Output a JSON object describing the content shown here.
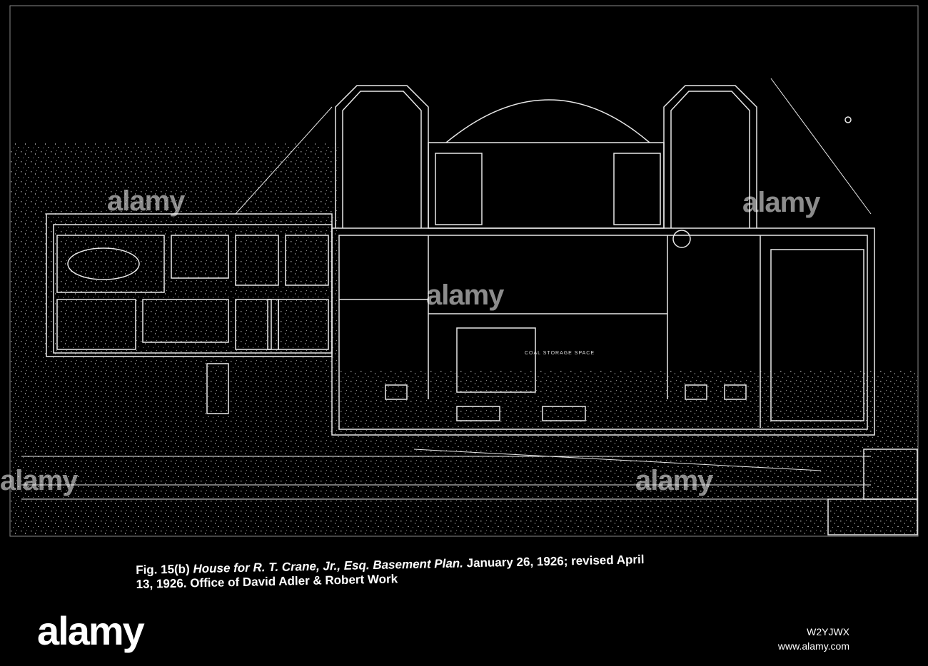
{
  "plan": {
    "room_label": "COAL STORAGE SPACE"
  },
  "caption": {
    "figure": "Fig. 15(b)",
    "title": "House for R. T. Crane, Jr., Esq.  Basement Plan.",
    "date_line_1": "January 26, 1926; revised April",
    "date_line_2": "13, 1926.  Office of David Adler & Robert Work"
  },
  "watermark": {
    "text": "alamy"
  },
  "footer": {
    "brand": "alamy",
    "image_id": "W2YJWX",
    "site": "www.alamy.com"
  },
  "colors": {
    "background": "#000000",
    "line": "#ffffff"
  }
}
